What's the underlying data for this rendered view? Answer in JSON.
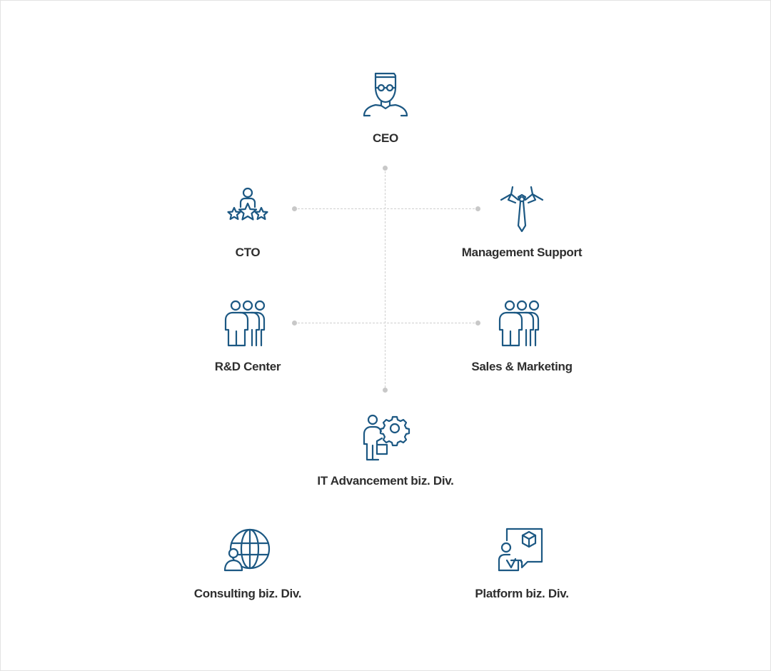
{
  "colors": {
    "icon": "#1c5883",
    "connector": "#c8c8c8",
    "dot": "#c8c8c8",
    "label": "#2e2e2e"
  },
  "org": {
    "ceo": {
      "label": "CEO",
      "icon": "ceo-person-glasses-icon"
    },
    "cto": {
      "label": "CTO",
      "icon": "person-stars-icon"
    },
    "management_support": {
      "label": "Management Support",
      "icon": "necktie-collar-icon"
    },
    "rnd_center": {
      "label": "R&D Center",
      "icon": "people-group-icon"
    },
    "sales_marketing": {
      "label": "Sales & Marketing",
      "icon": "people-group-icon"
    },
    "it_advancement": {
      "label": "IT Advancement biz. Div.",
      "icon": "person-gear-icon"
    },
    "consulting": {
      "label": "Consulting biz. Div.",
      "icon": "person-globe-icon"
    },
    "platform": {
      "label": "Platform biz. Div.",
      "icon": "person-cube-chat-icon"
    }
  }
}
